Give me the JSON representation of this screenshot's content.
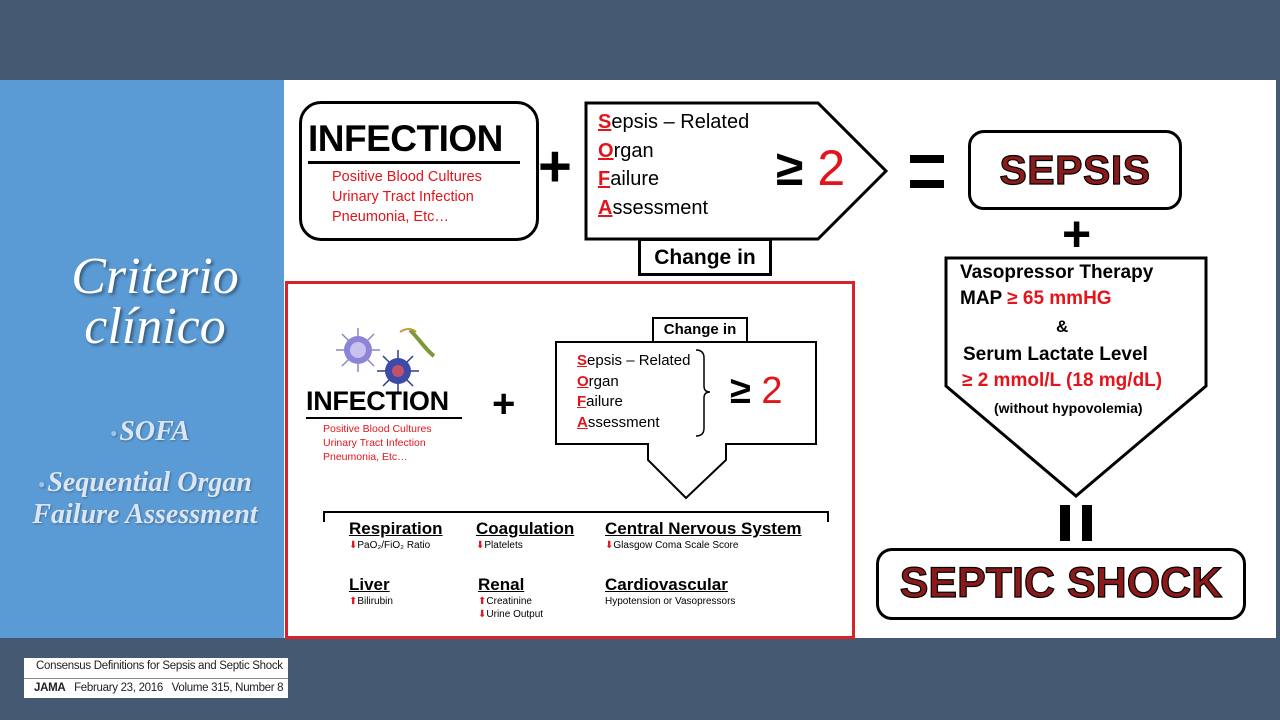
{
  "slide": {
    "title_line1": "Criterio",
    "title_line2": "clínico",
    "bullets": [
      "SOFA",
      "Sequential Organ",
      "Failure Assessment"
    ]
  },
  "top_row": {
    "infection_title": "INFECTION",
    "infection_items": [
      "Positive Blood Cultures",
      "Urinary Tract Infection",
      "Pneumonia, Etc…"
    ],
    "plus": "+",
    "sofa_letters": [
      "S",
      "O",
      "F",
      "A"
    ],
    "sofa_rest": [
      "epsis – Related",
      "rgan",
      "ailure",
      "ssessment"
    ],
    "geq": "≥",
    "two": "2",
    "change_in": "Change in",
    "equals": "=",
    "sepsis": "SEPSIS"
  },
  "right_column": {
    "plus": "+",
    "vaso_title": "Vasopressor Therapy",
    "map_label": "MAP",
    "map_value": "≥ 65 mmHG",
    "and": "&",
    "lactate_title": "Serum Lactate Level",
    "lactate_value": "≥ 2 mmol/L (18 mg/dL)",
    "without": "(without hypovolemia)",
    "equals": "=",
    "septic_shock": "SEPTIC SHOCK"
  },
  "inset": {
    "infection_title": "INFECTION",
    "infection_items": [
      "Positive Blood Cultures",
      "Urinary Tract Infection",
      "Pneumonia, Etc…"
    ],
    "plus": "+",
    "change_in": "Change in",
    "sofa_letters": [
      "S",
      "O",
      "F",
      "A"
    ],
    "sofa_rest": [
      "epsis – Related",
      "rgan",
      "ailure",
      "ssessment"
    ],
    "geq": "≥",
    "two": "2",
    "categories": [
      {
        "title": "Respiration",
        "subs": [
          {
            "arrow": "down",
            "text": "PaO₂/FiO₂ Ratio"
          }
        ]
      },
      {
        "title": "Coagulation",
        "subs": [
          {
            "arrow": "down",
            "text": "Platelets"
          }
        ]
      },
      {
        "title": "Central Nervous System",
        "subs": [
          {
            "arrow": "down",
            "text": "Glasgow Coma Scale Score"
          }
        ]
      },
      {
        "title": "Liver",
        "subs": [
          {
            "arrow": "up",
            "text": "Bilirubin"
          }
        ]
      },
      {
        "title": "Renal",
        "subs": [
          {
            "arrow": "up",
            "text": "Creatinine"
          },
          {
            "arrow": "down",
            "text": "Urine Output"
          }
        ]
      },
      {
        "title": "Cardiovascular",
        "subs": [
          {
            "arrow": "none",
            "text": "Hypotension or Vasopressors"
          }
        ]
      }
    ]
  },
  "citation": {
    "line1": "Consensus Definitions for Sepsis and Septic Shock",
    "journal": "JAMA",
    "date": "February 23, 2016",
    "volume": "Volume 315, Number 8"
  },
  "colors": {
    "background": "#455a72",
    "left_panel": "#5b9bd5",
    "accent_red": "#e3141b",
    "septic_text": "#8b1a1a",
    "inset_border": "#d9232a"
  }
}
